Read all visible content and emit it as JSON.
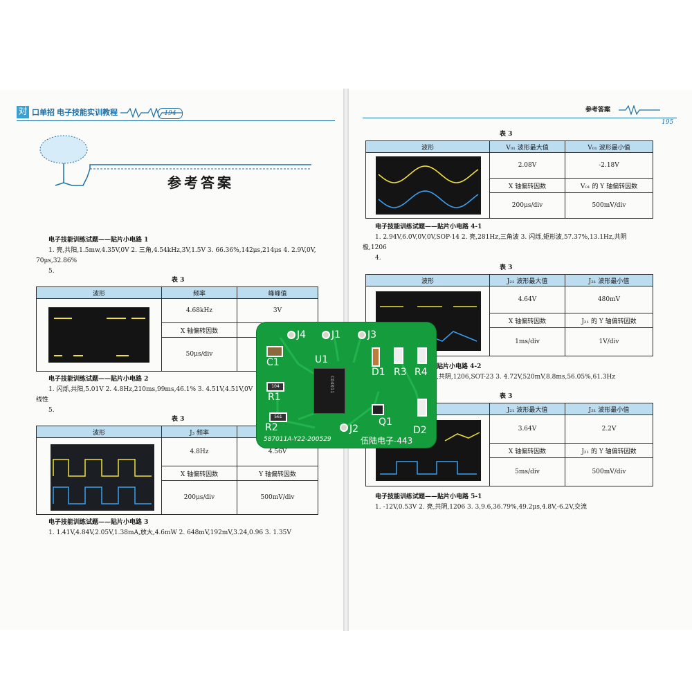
{
  "left_page": {
    "header": {
      "title": "电子技能实训教程",
      "title_prefix_glyph": "口单招",
      "page_number": "194"
    },
    "title": "参考答案",
    "section1": {
      "heading": "电子技能训练试题——贴片小电路 1",
      "line1": "1. 亮,共阳,1.5mw,4.35V,0V  2. 三角,4.54kHz,3V,1.5V  3. 66.36%,142μs,214μs  4. 2.9V,0V,",
      "line2": "70μs,32.86%",
      "line3": "5.",
      "table_caption": "表 3",
      "table": {
        "headers": [
          "波形",
          "频率",
          "峰峰值"
        ],
        "r1": [
          "4.68kHz",
          "3V"
        ],
        "r2": [
          "X 轴偏转因数",
          ""
        ],
        "r3": [
          "50μs/div",
          ""
        ]
      }
    },
    "section2": {
      "heading": "电子技能训练试题——贴片小电路 2",
      "line1": "1. 闪烁,共阳,5.01V  2. 4.8Hz,210ms,99ms,46.1%  3. 4.51V,4.51V,0V",
      "line2": "线性",
      "line3": "5.",
      "table_caption": "表 3",
      "table": {
        "headers": [
          "波形",
          "J₃ 频率",
          ""
        ],
        "r1": [
          "4.8Hz",
          "4.56V"
        ],
        "r2": [
          "X 轴偏转因数",
          "Y 轴偏转因数"
        ],
        "r3": [
          "200μs/div",
          "500mV/div"
        ]
      }
    },
    "section3": {
      "heading": "电子技能训练试题——贴片小电路 3",
      "line1": "1. 1.41V,4.84V,2.05V,1.38mA,放大,4.6mW  2. 648mV,192mV,3.24,0.96  3. 1.35V"
    }
  },
  "right_page": {
    "header": {
      "title": "参考答案",
      "page_number": "195"
    },
    "table1": {
      "caption": "表 3",
      "headers": [
        "波形",
        "V₀₁ 波形最大值",
        "V₀₁ 波形最小值"
      ],
      "r1": [
        "2.08V",
        "-2.18V"
      ],
      "r2": [
        "X 轴偏转因数",
        "V₀₁ 的 Y 轴偏转因数"
      ],
      "r3": [
        "200μs/div",
        "500mV/div"
      ]
    },
    "section41": {
      "heading": "电子技能训练试题——贴片小电路 4-1",
      "line1": "1. 2.94V,6.0V,0V,0V,SOP-14  2. 亮,281Hz,三角波  3. 闪烁,矩形波,57.37%,13.1Hz,共阴",
      "line2": "极,1206",
      "line3": "4."
    },
    "table2": {
      "caption": "表 3",
      "headers": [
        "波形",
        "J₂₁ 波形最大值",
        "J₂₁ 波形最小值"
      ],
      "r1": [
        "4.64V",
        "480mV"
      ],
      "r2": [
        "X 轴偏转因数",
        "J₂₁ 的 Y 轴偏转因数"
      ],
      "r3": [
        "1ms/div",
        "1V/div"
      ]
    },
    "section42": {
      "heading": "贴片小电路 4-2",
      "line1": ",共阴,1206,SOT-23  3. 4.72V,520mV,8.8ms,56.05%,61.3Hz"
    },
    "table3": {
      "caption": "表 3",
      "headers": [
        "",
        "J₂₁ 波形最大值",
        "J₂₁ 波形最小值"
      ],
      "r1": [
        "3.64V",
        "2.2V"
      ],
      "r2": [
        "X 轴偏转因数",
        "J₂₁ 的 Y 轴偏转因数"
      ],
      "r3": [
        "5ms/div",
        "500mV/div"
      ]
    },
    "section51": {
      "heading": "电子技能训练试题——贴片小电路 5-1",
      "line1": "1. -12V,0.53V  2. 亮,共阴,1206  3. 3,9.6,36.79%,49.2μs,4.8V,-6.2V,交流"
    }
  },
  "pcb": {
    "labels": {
      "j4": "J4",
      "j1": "J1",
      "j3": "J3",
      "c1": "C1",
      "u1": "U1",
      "d1": "D1",
      "r3": "R3",
      "r4": "R4",
      "r1": "R1",
      "r2": "R2",
      "q1": "Q1",
      "j2": "J2",
      "d2": "D2"
    },
    "code": "587011A-Y22-200529",
    "brand": "伍陆电子-443",
    "chip_marking": "CD4011",
    "r1_marking": "104",
    "r2_marking": "561"
  },
  "colors": {
    "pcb_green": "#159c3c",
    "table_head": "#bcdcf0",
    "header_blue": "#1d6fa5",
    "scope_yellow": "#f2e23a",
    "scope_blue": "#3aa0f0"
  }
}
